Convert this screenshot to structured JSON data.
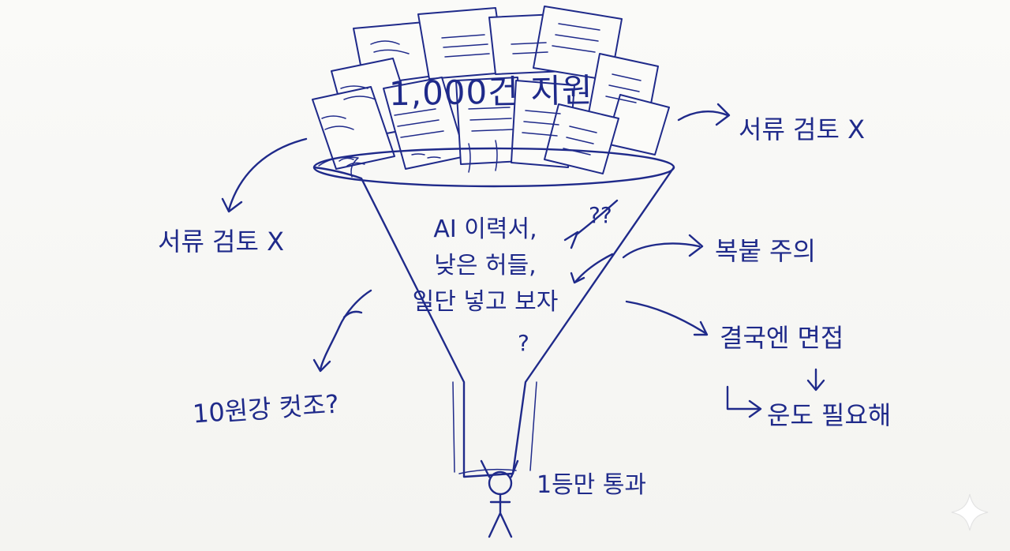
{
  "diagram": {
    "title": "1,000건 지원",
    "center_text": "AI 이력서,\n낮은 허들,\n일단 넣고 보자",
    "left_label": "서류 검토 X",
    "right_label": "서류 검토 X",
    "copy_warning": "복붙 주의",
    "interview_label": "결국엔 면접",
    "luck_label": "운도 필요해",
    "competition_label": "10원강 컷조?",
    "pass_label": "1등만 통과",
    "question_mark_top": "??",
    "question_mark_bottom": "?"
  },
  "colors": {
    "ink": "#1f2a8a",
    "paper": "#fbfbf9",
    "background": "#f7f7f4"
  },
  "icons": [
    "document-stack-icon",
    "funnel-icon",
    "person-icon",
    "arrow-icon",
    "sparkle-icon"
  ]
}
